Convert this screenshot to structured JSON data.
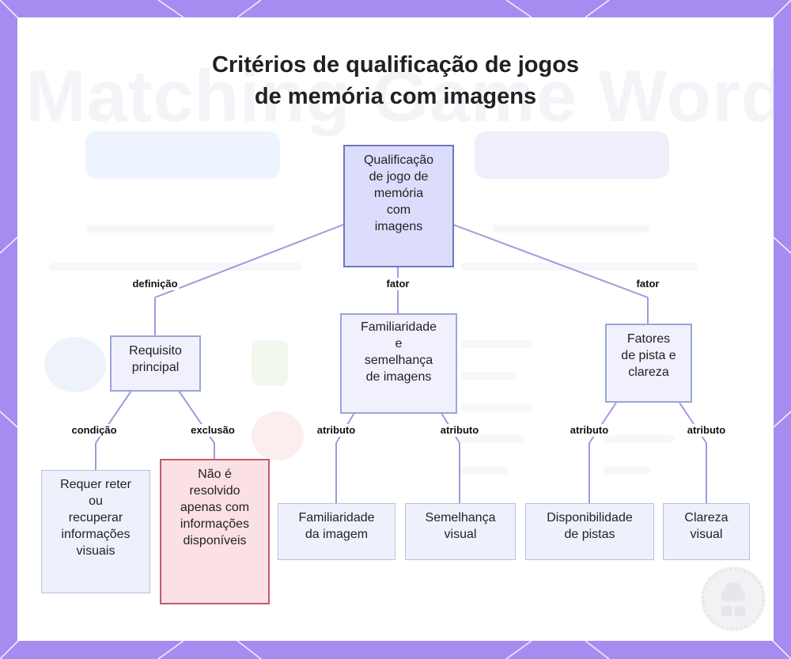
{
  "title": {
    "line1": "Critérios de qualificação de jogos",
    "line2": "de memória com imagens"
  },
  "colors": {
    "frame": "#a58cf0",
    "edge": "#a995dc",
    "root_fill": "#dcdcfc",
    "node_fill": "#f0f1fc",
    "exclusion_fill": "#fbe1e6",
    "exclusion_border": "#c65a6a"
  },
  "nodes": {
    "root": {
      "lines": [
        "Qualificação",
        "de jogo de",
        "memória",
        "com",
        "imagens"
      ]
    },
    "requisito": {
      "lines": [
        "Requisito",
        "principal"
      ]
    },
    "familiaridade_semelhanca": {
      "lines": [
        "Familiaridade",
        "e",
        "semelhança",
        "de imagens"
      ]
    },
    "fatores": {
      "lines": [
        "Fatores",
        "de pista e",
        "clareza"
      ]
    },
    "requer": {
      "lines": [
        "Requer reter",
        "ou",
        "recuperar",
        "informações",
        "visuais"
      ]
    },
    "nao_resolvido": {
      "lines": [
        "Não é",
        "resolvido",
        "apenas com",
        "informações",
        "disponíveis"
      ]
    },
    "familiaridade_imagem": {
      "lines": [
        "Familiaridade",
        "da imagem"
      ]
    },
    "semelhanca_visual": {
      "lines": [
        "Semelhança",
        "visual"
      ]
    },
    "disponibilidade": {
      "lines": [
        "Disponibilidade",
        "de pistas"
      ]
    },
    "clareza_visual": {
      "lines": [
        "Clareza",
        "visual"
      ]
    }
  },
  "edges": {
    "definicao": "definição",
    "fator_1": "fator",
    "fator_2": "fator",
    "condicao": "condição",
    "exclusao": "exclusão",
    "atributo_1": "atributo",
    "atributo_2": "atributo",
    "atributo_3": "atributo",
    "atributo_4": "atributo"
  },
  "watermark_icon": "brain-puzzle-logo-icon"
}
